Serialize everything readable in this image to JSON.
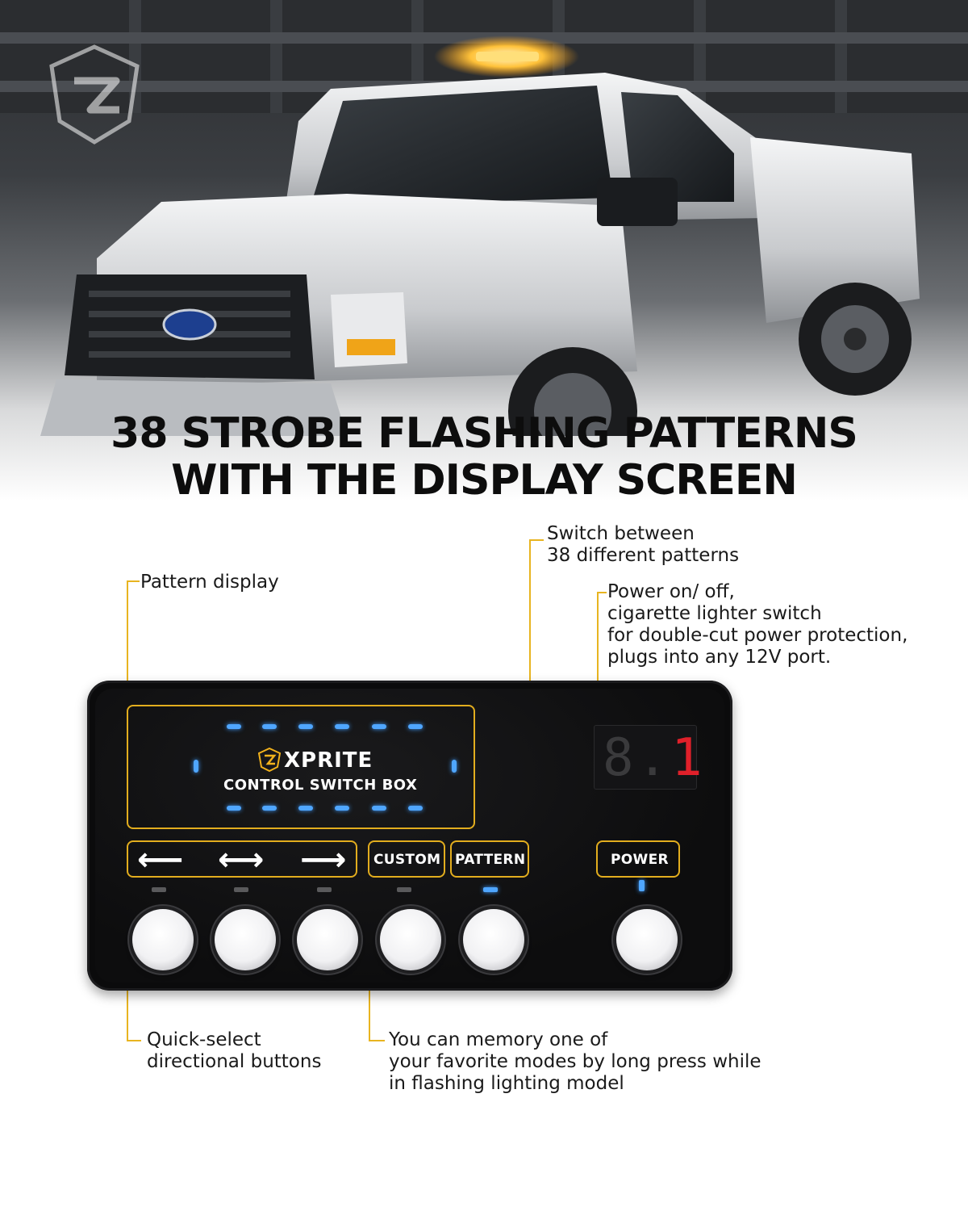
{
  "headline": {
    "line1": "38 STROBE FLASHING PATTERNS",
    "line2": "WITH THE DISPLAY SCREEN"
  },
  "callouts": {
    "pattern_display": "Pattern display",
    "switch_patterns": [
      "Switch between",
      "38 different patterns"
    ],
    "power": [
      "Power on/ off,",
      "cigarette lighter switch",
      "for double-cut power protection,",
      "plugs into any 12V port."
    ],
    "quick_select": [
      "Quick-select",
      "directional buttons"
    ],
    "memory": [
      "You can memory one of",
      "your favorite modes by long press while",
      "in flashing lighting model"
    ]
  },
  "device": {
    "brand": "XPRITE",
    "subtitle": "CONTROL SWITCH BOX",
    "display_dim": "8.",
    "display_lit": "1",
    "labels": {
      "custom": "CUSTOM",
      "pattern": "PATTERN",
      "power": "POWER"
    },
    "arrows": {
      "left": "⟵",
      "both": "⟷",
      "right": "⟶"
    }
  },
  "colors": {
    "accent": "#e2ad1e",
    "led_blue": "#4fa6ff",
    "display_red": "#e0202a",
    "device_body": "#0b0b0c"
  },
  "icons": {
    "logo": "xprite-shield-logo",
    "left": "arrow-left-icon",
    "both": "arrow-both-icon",
    "right": "arrow-right-icon"
  }
}
